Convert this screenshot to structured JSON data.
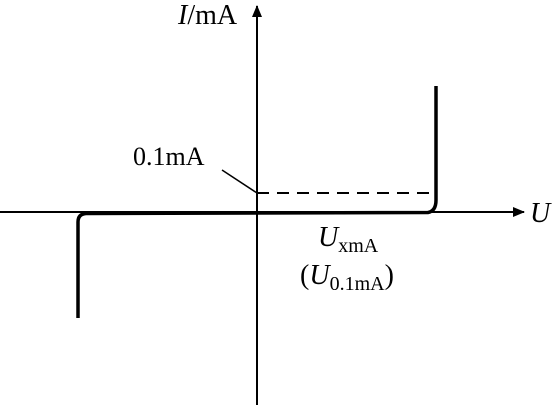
{
  "diagram": {
    "axis_labels": {
      "y": {
        "var": "I",
        "unit": "/mA"
      },
      "x": {
        "var": "U"
      }
    },
    "annotation": {
      "current_label": "0.1mA",
      "voltage_main": {
        "var": "U",
        "sub": "xmA"
      },
      "voltage_alt": {
        "open": "(",
        "var": "U",
        "sub": "0.1mA",
        "close": ")"
      }
    },
    "colors": {
      "background": "#ffffff",
      "ink": "#000000"
    }
  }
}
